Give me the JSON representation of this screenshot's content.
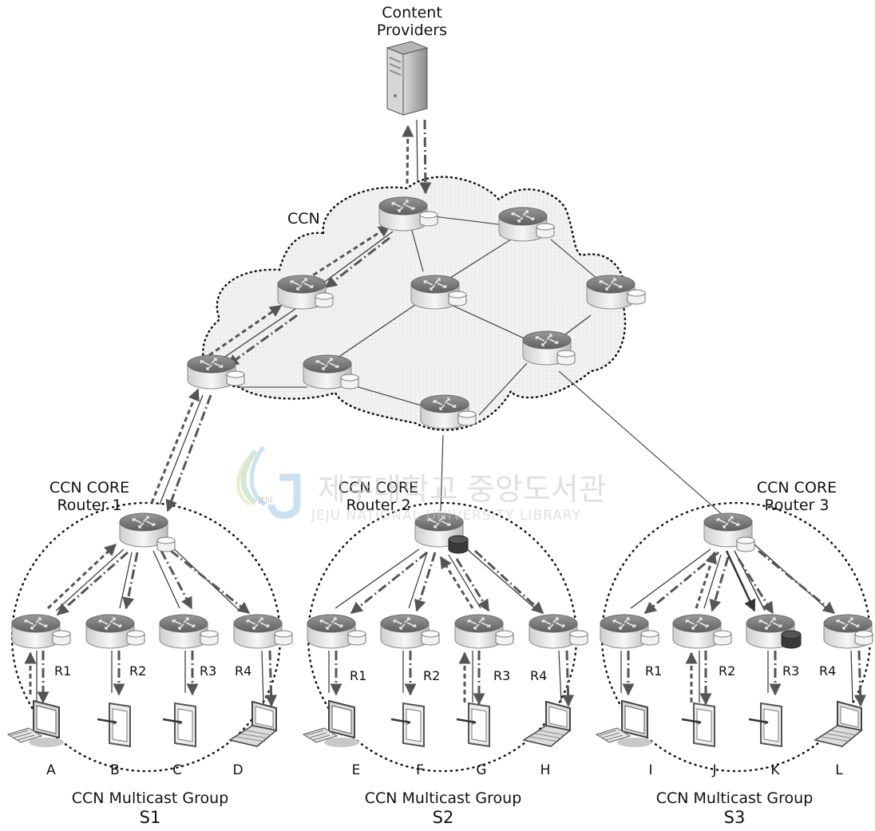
{
  "title": {
    "line1": "Content",
    "line2": "Providers"
  },
  "ccn_label": "CCN",
  "core_routers": [
    {
      "line1": "CCN CORE",
      "line2": "Router 1"
    },
    {
      "line1": "CCN CORE",
      "line2": "Router 2"
    },
    {
      "line1": "CCN CORE",
      "line2": "Router 3"
    }
  ],
  "groups": [
    {
      "line1": "CCN Multicast Group",
      "line2": "S1",
      "routers": [
        "R1",
        "R2",
        "R3",
        "R4"
      ],
      "devices": [
        "A",
        "B",
        "C",
        "D"
      ]
    },
    {
      "line1": "CCN Multicast Group",
      "line2": "S2",
      "routers": [
        "R1",
        "R2",
        "R3",
        "R4"
      ],
      "devices": [
        "E",
        "F",
        "G",
        "H"
      ]
    },
    {
      "line1": "CCN Multicast Group",
      "line2": "S3",
      "routers": [
        "R1",
        "R2",
        "R3",
        "R4"
      ],
      "devices": [
        "I",
        "J",
        "K",
        "L"
      ]
    }
  ],
  "watermark": {
    "korean": "제주대학교 중앙도서관",
    "english": "JEJU NATIONAL UNIVERSITY LIBRARY",
    "logo_text": "JEJU"
  },
  "colors": {
    "arrow": "#555555",
    "cached_content": "#3a3a3a"
  }
}
